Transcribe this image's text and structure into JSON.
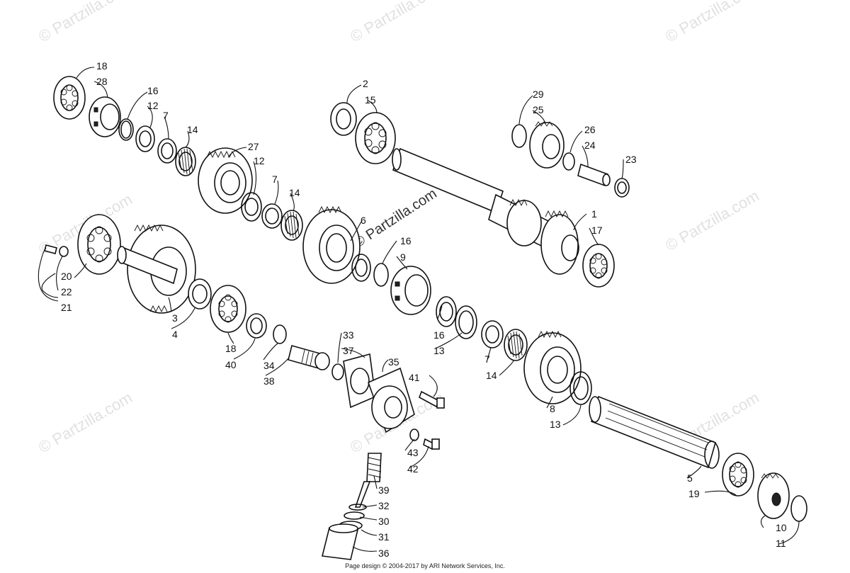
{
  "watermark": "© Partzilla.com",
  "footer": "Page design © 2004-2017 by ARI Network Services, Inc.",
  "callouts": [
    "1",
    "2",
    "3",
    "4",
    "5",
    "6",
    "7",
    "8",
    "9",
    "10",
    "11",
    "12",
    "13",
    "14",
    "15",
    "16",
    "17",
    "18",
    "19",
    "20",
    "21",
    "22",
    "23",
    "24",
    "25",
    "26",
    "27",
    "28",
    "29",
    "30",
    "31",
    "32",
    "33",
    "34",
    "35",
    "36",
    "37",
    "38",
    "39",
    "40",
    "41",
    "42",
    "43"
  ]
}
